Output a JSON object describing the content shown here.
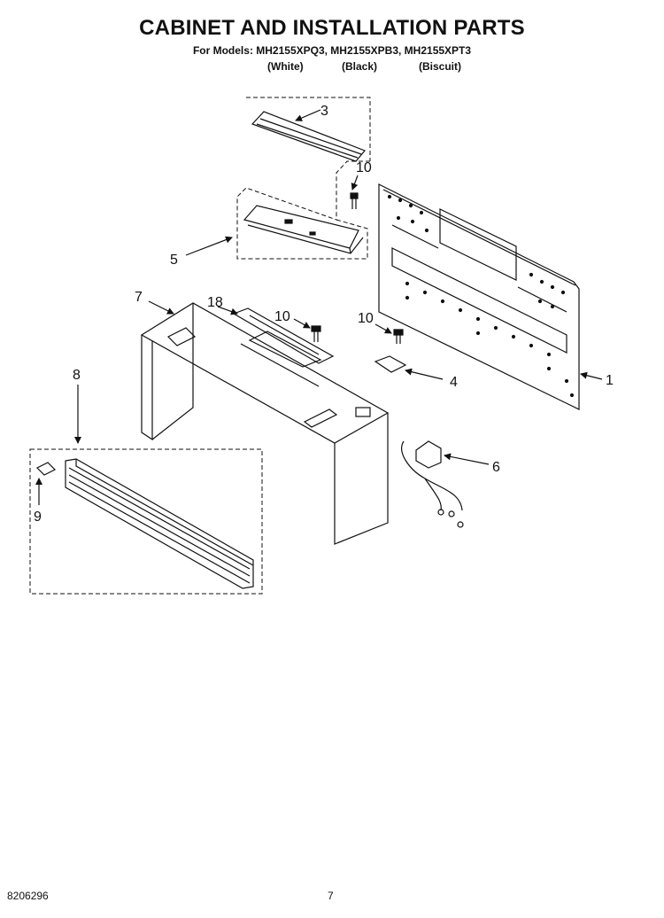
{
  "title": "CABINET AND INSTALLATION PARTS",
  "models_line": "For Models: MH2155XPQ3, MH2155XPB3, MH2155XPT3",
  "colors": [
    "(White)",
    "(Black)",
    "(Biscuit)"
  ],
  "callouts": [
    {
      "id": "c3",
      "label": "3"
    },
    {
      "id": "c10a",
      "label": "10"
    },
    {
      "id": "c5",
      "label": "5"
    },
    {
      "id": "c7",
      "label": "7"
    },
    {
      "id": "c18",
      "label": "18"
    },
    {
      "id": "c10b",
      "label": "10"
    },
    {
      "id": "c10c",
      "label": "10"
    },
    {
      "id": "c4",
      "label": "4"
    },
    {
      "id": "c1",
      "label": "1"
    },
    {
      "id": "c8",
      "label": "8"
    },
    {
      "id": "c6",
      "label": "6"
    },
    {
      "id": "c9",
      "label": "9"
    }
  ],
  "footer": {
    "doc_number": "8206296",
    "page_number": "7"
  }
}
